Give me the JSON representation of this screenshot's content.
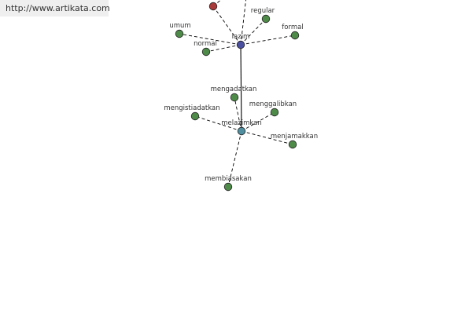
{
  "watermark": {
    "url_text": "http://www.artikata.com"
  },
  "graph": {
    "colors": {
      "edge": "#000000",
      "node_outline": "#222222",
      "word_node": "#4e8a48",
      "hub_lazim": "#4a4fa0",
      "hub_melazimkan": "#4f8fa0",
      "other_node": "#a83a3a"
    },
    "hubs": [
      {
        "id": "lazim",
        "label": "lazim"
      },
      {
        "id": "melazimkan",
        "label": "melazimkan"
      }
    ],
    "words": [
      {
        "id": "regular",
        "label": "regular"
      },
      {
        "id": "umum",
        "label": "umum"
      },
      {
        "id": "formal",
        "label": "formal"
      },
      {
        "id": "normal",
        "label": "normal"
      },
      {
        "id": "mengadatkan",
        "label": "mengadatkan"
      },
      {
        "id": "mengistiadatkan",
        "label": "mengistiadatkan"
      },
      {
        "id": "menggalibkan",
        "label": "menggalibkan"
      },
      {
        "id": "menjamakkan",
        "label": "menjamakkan"
      },
      {
        "id": "membiasakan",
        "label": "membiasakan"
      }
    ],
    "other_nodes": [
      {
        "id": "red-node",
        "label": ""
      }
    ]
  }
}
